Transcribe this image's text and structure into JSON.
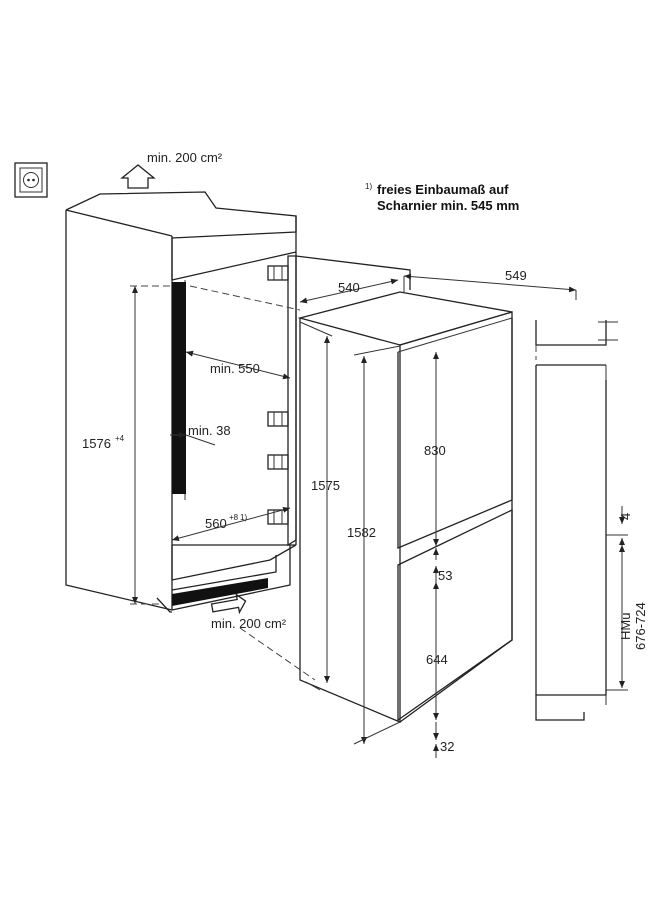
{
  "footnote": {
    "marker": "1)",
    "line1": "freies Einbaumaß auf",
    "line2": "Scharnier min. 545 mm"
  },
  "ventilation": {
    "top": "min. 200 cm²",
    "bottom": "min. 200 cm²"
  },
  "niche": {
    "height": "1576",
    "height_tol": "+4",
    "depth": "min. 550",
    "gap": "min. 38",
    "width": "560",
    "width_tol": "+8",
    "width_note": "1)"
  },
  "appliance": {
    "top_depth": "540",
    "width": "549",
    "height_body": "1575",
    "height_total": "1582",
    "door_upper": "830",
    "door_gap": "53",
    "door_lower": "644",
    "bottom_offset": "32"
  },
  "side_view": {
    "gap": "4",
    "hmu_label": "HMu",
    "hmu_range": "676-724"
  }
}
